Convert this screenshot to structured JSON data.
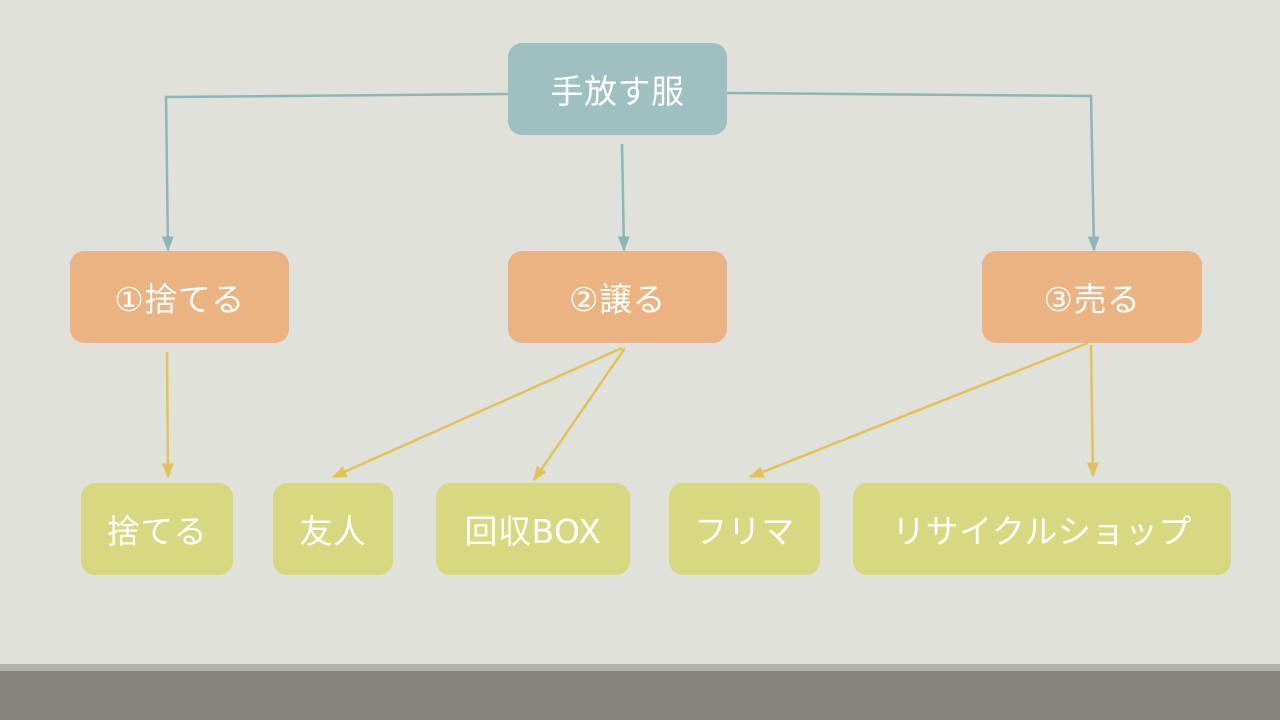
{
  "diagram": {
    "root": {
      "label": "手放す服"
    },
    "methods": [
      {
        "label": "①捨てる"
      },
      {
        "label": "②譲る"
      },
      {
        "label": "③売る"
      }
    ],
    "destinations": [
      {
        "label": "捨てる",
        "parent": 0
      },
      {
        "label": "友人",
        "parent": 1
      },
      {
        "label": "回収BOX",
        "parent": 1
      },
      {
        "label": "フリマ",
        "parent": 2
      },
      {
        "label": "リサイクルショップ",
        "parent": 2
      }
    ],
    "colors": {
      "background": "#e1e1dc",
      "root_fill": "#9fc0c0",
      "method_fill": "#eab381",
      "destination_fill": "#d8d880",
      "root_connector": "#8fb6b7",
      "method_connector": "#e2c356",
      "footer_bar": "#83837c"
    }
  }
}
